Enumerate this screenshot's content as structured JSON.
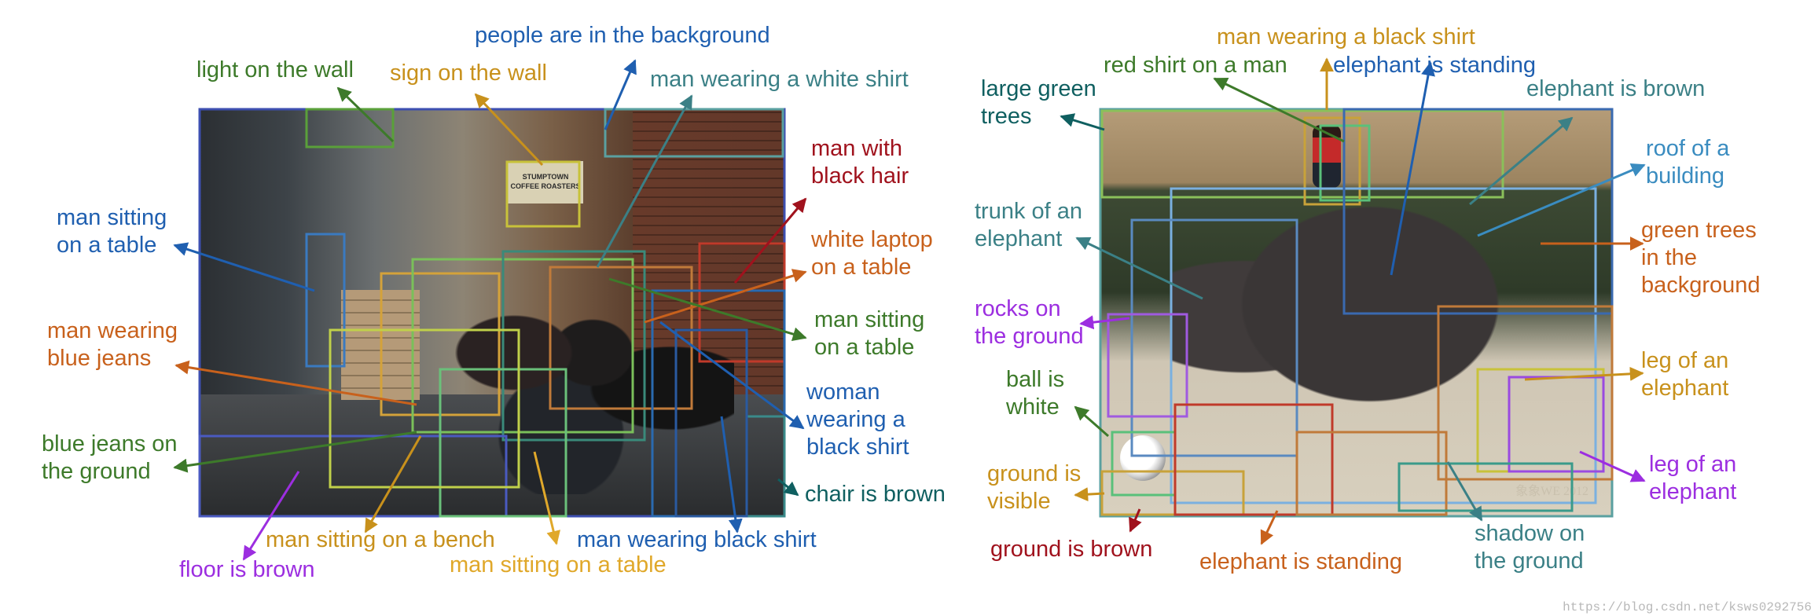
{
  "colors": {
    "dark_blue": "#1f5fb0",
    "green": "#3d7a2a",
    "gold": "#c8911c",
    "teal": "#3b8086",
    "dark_teal": "#0f5f60",
    "red": "#a0121d",
    "orange": "#c8611c",
    "purple": "#9c2ee0",
    "light_blue": "#3a8cc0",
    "gold_light": "#e0a82a"
  },
  "left_panel": {
    "labels": {
      "people_bg": "people are in the background",
      "light_wall": "light on the wall",
      "sign_wall": "sign on the wall",
      "man_white_shirt": "man wearing a white shirt",
      "man_black_hair_1": "man with",
      "man_black_hair_2": "black hair",
      "man_sitting_table_l1": "man sitting",
      "man_sitting_table_l2": "on a table",
      "white_laptop_1": "white laptop",
      "white_laptop_2": "on a table",
      "man_blue_jeans_1": "man wearing",
      "man_blue_jeans_2": "blue jeans",
      "man_sitting_table_r1": "man sitting",
      "man_sitting_table_r2": "on a table",
      "woman_black_1": "woman",
      "woman_black_2": "wearing a",
      "woman_black_3": "black shirt",
      "blue_jeans_ground_1": "blue jeans on",
      "blue_jeans_ground_2": "the ground",
      "chair_brown": "chair is brown",
      "man_bench": "man sitting on a bench",
      "man_black_shirt": "man wearing black shirt",
      "floor_brown": "floor is brown",
      "man_sitting_table_bottom": "man sitting on a table"
    },
    "photo_text": {
      "sign_1": "STUMPTOWN",
      "sign_2": "COFFEE ROASTERS"
    }
  },
  "right_panel": {
    "labels": {
      "man_black_shirt": "man wearing a black shirt",
      "red_shirt": "red shirt on a man",
      "elephant_standing_top": "elephant is standing",
      "large_trees_1": "large green",
      "large_trees_2": "trees",
      "elephant_brown": "elephant is brown",
      "roof_1": "roof of a",
      "roof_2": "building",
      "trunk_1": "trunk of an",
      "trunk_2": "elephant",
      "green_trees_1": "green trees",
      "green_trees_2": "in the",
      "green_trees_3": "background",
      "rocks_1": "rocks on",
      "rocks_2": "the ground",
      "leg_1a": "leg of an",
      "leg_1b": "elephant",
      "ball_1": "ball is",
      "ball_2": "white",
      "leg_2a": "leg of an",
      "leg_2b": "elephant",
      "ground_visible_1": "ground is",
      "ground_visible_2": "visible",
      "ground_brown": "ground is brown",
      "elephant_standing_bottom": "elephant is standing",
      "shadow_1": "shadow on",
      "shadow_2": "the ground"
    },
    "photo_text": {
      "watermark": "象象WE 2012"
    }
  },
  "footer": {
    "url": "https://blog.csdn.net/ksws0292756"
  }
}
